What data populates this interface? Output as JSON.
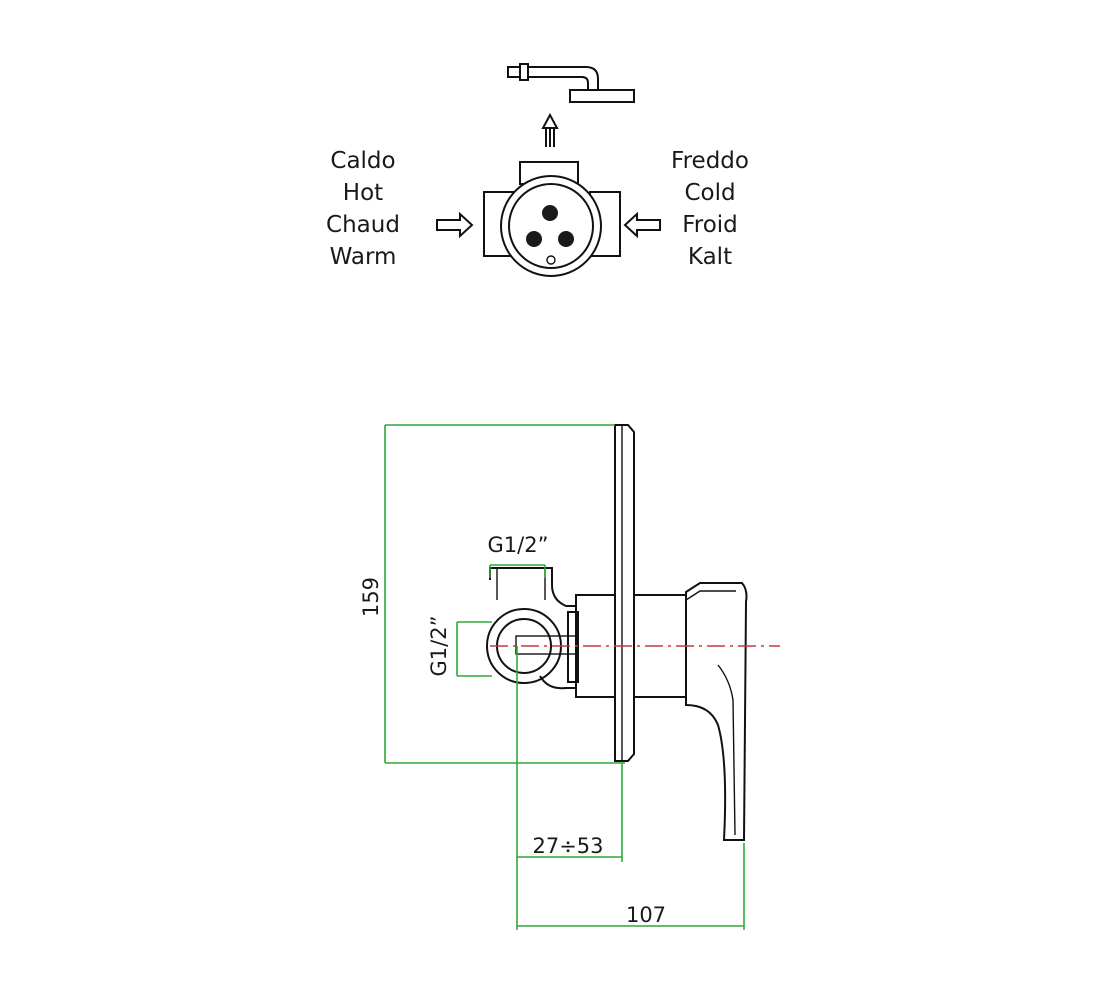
{
  "hot_labels": [
    "Caldo",
    "Hot",
    "Chaud",
    "Warm"
  ],
  "cold_labels": [
    "Freddo",
    "Cold",
    "Froid",
    "Kalt"
  ],
  "dimensions": {
    "height": "159",
    "thread_top": "G1/2”",
    "thread_side": "G1/2”",
    "depth_range": "27÷53",
    "total_depth": "107"
  },
  "colors": {
    "dimension_line": "#2fa83a",
    "center_line": "#c43a3a",
    "outline": "#111111"
  }
}
